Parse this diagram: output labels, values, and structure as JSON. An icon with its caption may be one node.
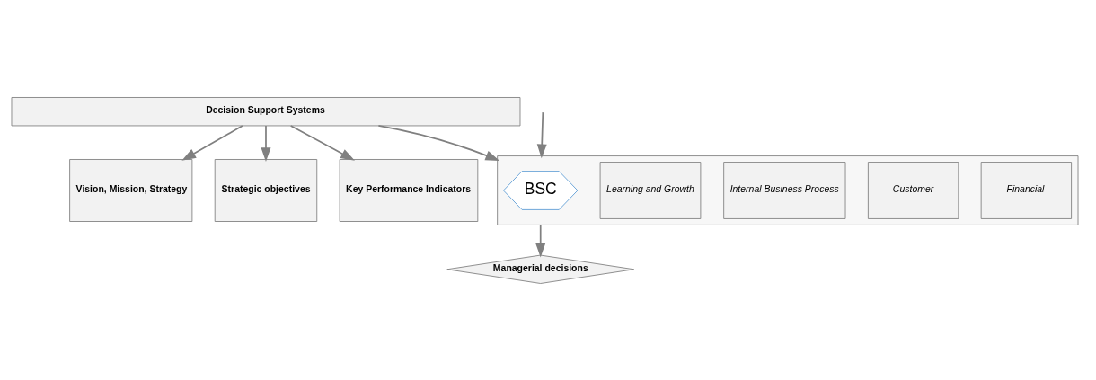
{
  "diagram": {
    "nodes": [
      {
        "text": [
          "Decision Support Systems"
        ]
      },
      {
        "text": [
          "Vision, Mission, Strategy"
        ]
      },
      {
        "text": [
          "Strategic objectives"
        ]
      },
      {
        "text": [
          "Key Performance Indicators"
        ]
      },
      {
        "text": [],
        "shape": "box"
      },
      {
        "text": [
          "Financial"
        ],
        "in": 4
      },
      {
        "text": [
          "Customer"
        ],
        "in": 4
      },
      {
        "text": [
          "Internal Business Process"
        ],
        "in": 4
      },
      {
        "text": [
          "Learning and Growth"
        ],
        "in": 4
      },
      {
        "text": [
          "BSC"
        ],
        "in": 4
      },
      {
        "text": [
          "Managerial decisions"
        ]
      }
    ],
    "edges": [
      {
        "from": 0,
        "to": 1,
        "arrow": "to"
      },
      {
        "from": 0,
        "to": 2,
        "arrow": "to"
      },
      {
        "from": 0,
        "to": 3,
        "arrow": "to"
      },
      {
        "from": 0,
        "to": 4,
        "arrow": "to"
      },
      {
        "from": null,
        "to": 4,
        "arrow": "to"
      },
      {
        "from": 4,
        "to": 10,
        "arrow": "to"
      }
    ]
  }
}
